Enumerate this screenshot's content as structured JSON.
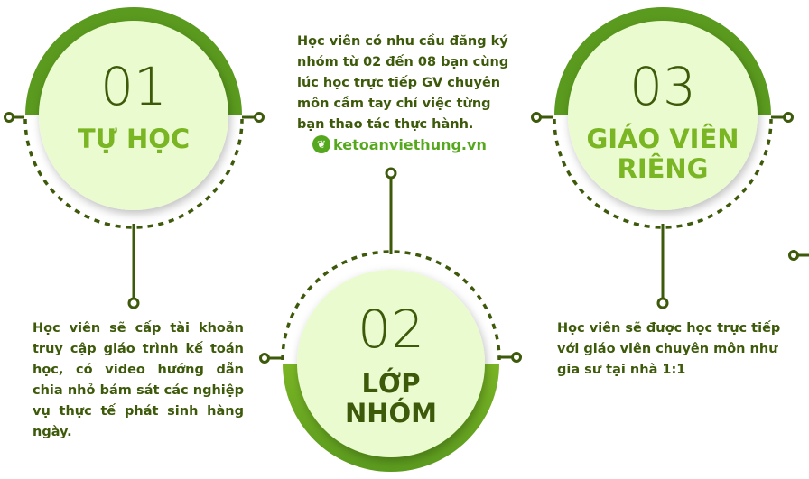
{
  "colors": {
    "ring": "#5a9a1e",
    "ring_light": "#7ab524",
    "fill": "#ebfbd0",
    "dark": "#3d5a0a",
    "accent": "#7ab524"
  },
  "steps": [
    {
      "number": "01",
      "title": "TỰ HỌC",
      "description": "Học viên sẽ cấp tài khoản truy cập giáo trình kế toán học, có video hướng dẫn chia nhỏ bám sát các nghiệp vụ thực tế phát sinh hàng ngày."
    },
    {
      "number": "02",
      "title": "LỚP NHÓM",
      "description": "Học viên có nhu cầu đăng ký nhóm từ 02 đến 08 bạn cùng lúc học trực tiếp GV chuyên môn cầm tay chỉ việc từng bạn thao tác thực hành."
    },
    {
      "number": "03",
      "title": "GIÁO VIÊN RIÊNG",
      "description": "Học viên sẽ được học trực tiếp với giáo viên chuyên môn như gia sư tại nhà 1:1"
    }
  ],
  "logo": {
    "text": "ketoanviethung.vn",
    "icon": "leaf-logo-icon"
  }
}
